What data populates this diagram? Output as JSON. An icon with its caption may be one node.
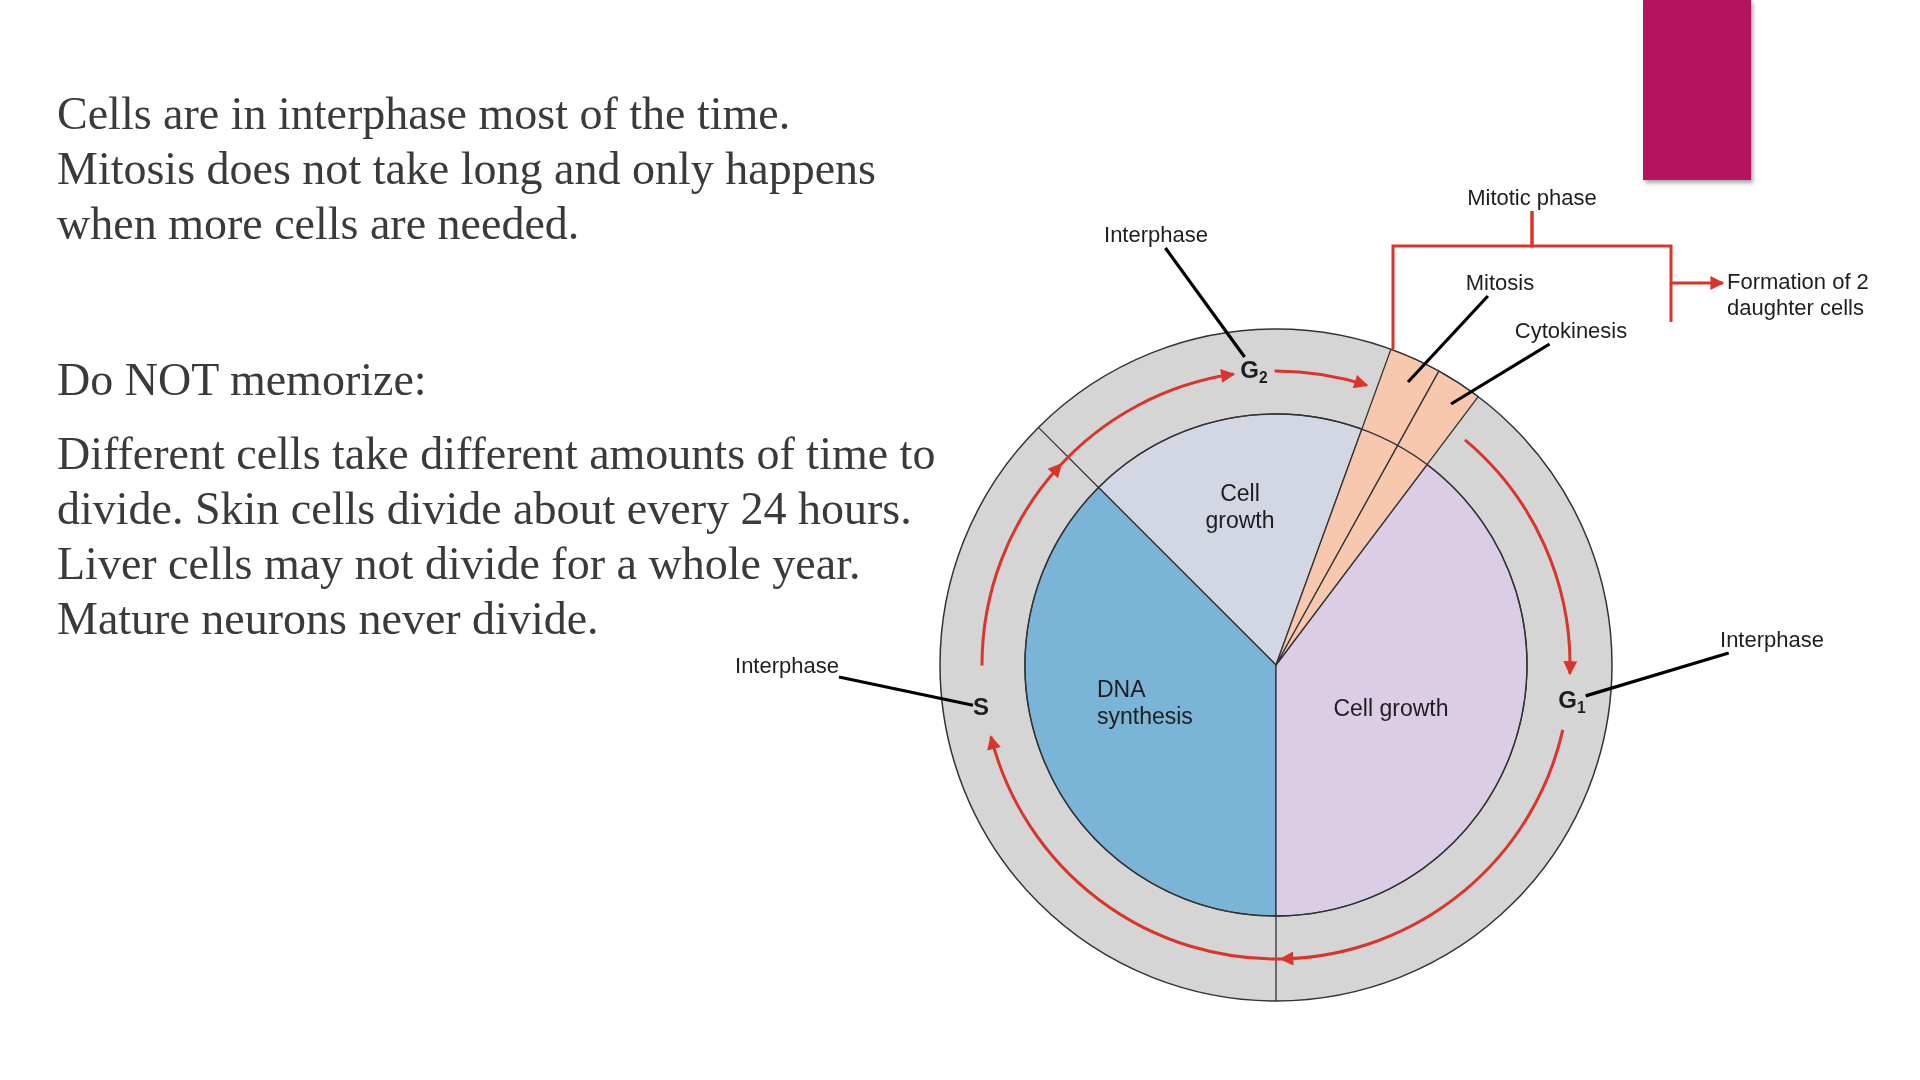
{
  "diagram": {
    "nodes": [
      {
        "text": [
          "Interphase"
        ]
      },
      {
        "text": [
          "Mitotic phase"
        ]
      },
      {
        "text": [
          "Mitosis"
        ]
      },
      {
        "text": [
          "Cytokinesis"
        ]
      },
      {
        "text": [
          "Formation of 2 daughter cells"
        ]
      },
      {
        "text": [
          "Interphase"
        ]
      },
      {
        "text": [
          "Interphase"
        ]
      },
      {
        "text": [
          "G$_{2}$"
        ]
      },
      {
        "text": [
          "S"
        ]
      },
      {
        "text": [
          "G$_{1}$"
        ]
      },
      {
        "text": [
          "Cell growth"
        ]
      },
      {
        "text": [
          "DNA synthesis"
        ]
      },
      {
        "text": [
          "Cell growth"
        ]
      },
      {
        "text": [],
        "shape": "wedge"
      },
      {
        "text": [],
        "shape": "wedge"
      }
    ],
    "edges": [
      {
        "from": 0,
        "to": 7,
        "arrow": "none",
        "color": "#000000"
      },
      {
        "from": 2,
        "to": 13,
        "arrow": "none",
        "color": "#000000"
      },
      {
        "from": 3,
        "to": 14,
        "arrow": "none",
        "color": "#000000"
      },
      {
        "from": 5,
        "to": 8,
        "arrow": "none",
        "color": "#000000"
      },
      {
        "from": 6,
        "to": 9,
        "arrow": "none",
        "color": "#000000"
      },
      {
        "from": 1,
        "to": 13,
        "arrow": "none"
      },
      {
        "from": 1,
        "to": 4,
        "arrow": "to"
      },
      {
        "from": 7,
        "to": 13,
        "arrow": "to"
      },
      {
        "from": 14,
        "to": 9,
        "arrow": "to"
      },
      {
        "from": 9,
        "to": 8,
        "arrow": "to"
      },
      {
        "from": 8,
        "to": 7,
        "arrow": "to"
      }
    ],
    "labels": [
      "Cells are in interphase most of the time. Mitosis does not take long and only happens when more cells are needed.",
      "Do NOT memorize:",
      "Different cells take different amounts of time to divide. Skin cells divide about every 24 hours. Liver cells may not divide for a whole year. Mature neurons never divide."
    ]
  }
}
